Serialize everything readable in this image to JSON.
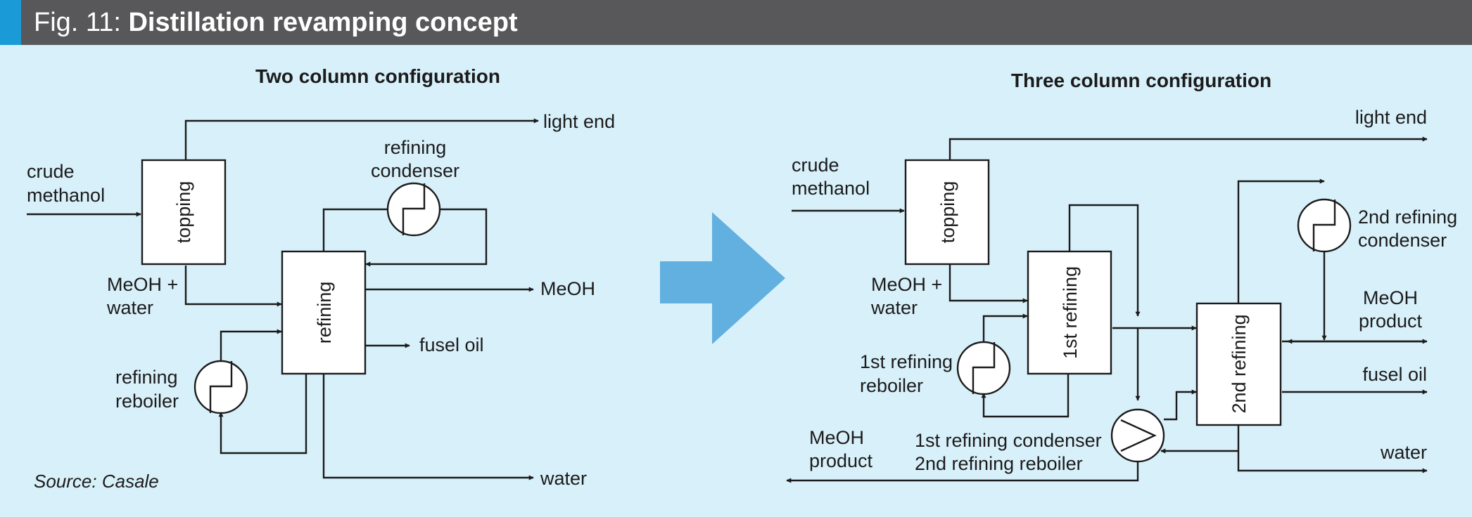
{
  "header": {
    "prefix": "Fig. 11: ",
    "title": "Distillation revamping concept"
  },
  "colors": {
    "header_bg": "#58585a",
    "header_accent": "#1a9bd7",
    "background": "#d8f0fa",
    "big_arrow": "#62b0e0"
  },
  "left": {
    "subtitle": "Two column configuration",
    "topping": "topping",
    "refining": "refining",
    "crude_l1": "crude",
    "crude_l2": "methanol",
    "light_end": "light end",
    "cond_l1": "refining",
    "cond_l2": "condenser",
    "meoh": "MeOH",
    "fusel_oil": "fusel oil",
    "meoh_water_l1": "MeOH +",
    "meoh_water_l2": "water",
    "reb_l1": "refining",
    "reb_l2": "reboiler",
    "water": "water",
    "source": "Source: Casale"
  },
  "right": {
    "subtitle": "Three column configuration",
    "topping": "topping",
    "first_refining": "1st refining",
    "second_refining": "2nd refining",
    "crude_l1": "crude",
    "crude_l2": "methanol",
    "light_end": "light end",
    "cond2_l1": "2nd refining",
    "cond2_l2": "condenser",
    "meoh_product_l1": "MeOH",
    "meoh_product_l2": "product",
    "fusel_oil": "fusel oil",
    "water": "water",
    "meoh_water_l1": "MeOH +",
    "meoh_water_l2": "water",
    "reb1_l1": "1st refining",
    "reb1_l2": "reboiler",
    "combo_l1": "1st refining condenser",
    "combo_l2": "2nd refining reboiler",
    "meoh_product_b_l1": "MeOH",
    "meoh_product_b_l2": "product"
  }
}
